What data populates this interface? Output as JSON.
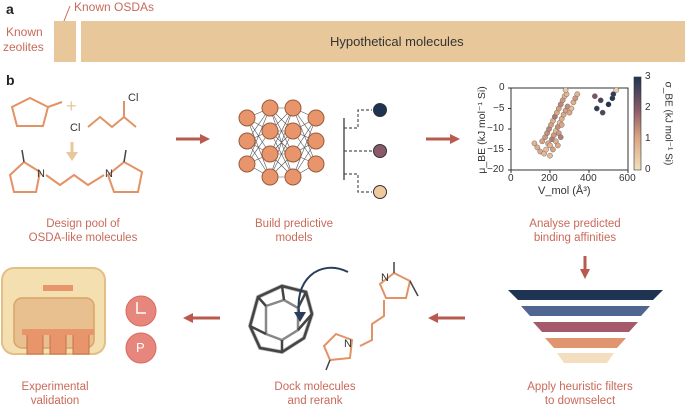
{
  "panel_a": {
    "label": "a",
    "known_osdas": "Known OSDAs",
    "known_zeolites_line1": "Known",
    "known_zeolites_line2": "zeolites",
    "hypothetical": "Hypothetical molecules"
  },
  "panel_b": {
    "label": "b",
    "reagents": {
      "cl_top": "Cl",
      "cl_bottom": "Cl",
      "plus": "+",
      "nplus_left": "N",
      "nplus_right": "N"
    },
    "steps": [
      {
        "line1": "Design pool of",
        "line2": "OSDA-like molecules"
      },
      {
        "line1": "Build predictive",
        "line2": "models"
      },
      {
        "line1": "Analyse predicted",
        "line2": "binding affinities"
      },
      {
        "line1": "Apply heuristic filters",
        "line2": "to downselect"
      },
      {
        "line1": "Dock molecules",
        "line2": "and rerank"
      },
      {
        "line1": "Experimental",
        "line2": "validation"
      }
    ],
    "validation_icons": {
      "clock": "clock-icon",
      "p_label": "P"
    },
    "dock_labels": {
      "n_top": "N",
      "n_bottom": "N"
    }
  },
  "colors": {
    "tan": "#e8c89a",
    "red_text": "#c96a5a",
    "arrow": "#b85a4e",
    "node": "#e8956b",
    "navy": "#1e3452"
  },
  "chart_data": {
    "type": "scatter",
    "xlabel": "V_mol (Å³)",
    "ylabel": "μ_BE (kJ mol⁻¹ Si)",
    "colorbar_label": "σ_BE (kJ mol⁻¹ Si)",
    "xlim": [
      0,
      600
    ],
    "ylim": [
      -20,
      0
    ],
    "xticks": [
      "0",
      "200",
      "400",
      "600"
    ],
    "yticks": [
      "0",
      "−5",
      "−10",
      "−15",
      "−20"
    ],
    "colorbar_ticks": [
      "3",
      "2",
      "1",
      "0"
    ],
    "colorbar_range": [
      0,
      3
    ],
    "points": [
      {
        "x": 120,
        "y": -13.5,
        "c": 0.8
      },
      {
        "x": 135,
        "y": -14.5,
        "c": 0.9
      },
      {
        "x": 150,
        "y": -15.5,
        "c": 1.0
      },
      {
        "x": 160,
        "y": -13.0,
        "c": 1.1
      },
      {
        "x": 170,
        "y": -16.0,
        "c": 0.7
      },
      {
        "x": 175,
        "y": -12.0,
        "c": 1.2
      },
      {
        "x": 180,
        "y": -15.0,
        "c": 0.6
      },
      {
        "x": 185,
        "y": -11.0,
        "c": 1.3
      },
      {
        "x": 190,
        "y": -13.5,
        "c": 1.0
      },
      {
        "x": 195,
        "y": -10.0,
        "c": 1.4
      },
      {
        "x": 200,
        "y": -14.0,
        "c": 0.8
      },
      {
        "x": 205,
        "y": -9.0,
        "c": 1.1
      },
      {
        "x": 210,
        "y": -12.5,
        "c": 1.5
      },
      {
        "x": 215,
        "y": -8.0,
        "c": 0.9
      },
      {
        "x": 220,
        "y": -11.5,
        "c": 1.2
      },
      {
        "x": 225,
        "y": -7.0,
        "c": 1.6
      },
      {
        "x": 230,
        "y": -10.5,
        "c": 0.7
      },
      {
        "x": 235,
        "y": -6.0,
        "c": 1.0
      },
      {
        "x": 240,
        "y": -9.5,
        "c": 1.3
      },
      {
        "x": 245,
        "y": -5.0,
        "c": 1.1
      },
      {
        "x": 250,
        "y": -8.5,
        "c": 0.6
      },
      {
        "x": 255,
        "y": -4.0,
        "c": 1.4
      },
      {
        "x": 260,
        "y": -7.5,
        "c": 0.9
      },
      {
        "x": 265,
        "y": -3.0,
        "c": 1.2
      },
      {
        "x": 270,
        "y": -6.5,
        "c": 1.0
      },
      {
        "x": 275,
        "y": -2.0,
        "c": 0.8
      },
      {
        "x": 280,
        "y": -5.5,
        "c": 1.1
      },
      {
        "x": 285,
        "y": -1.5,
        "c": 0.7
      },
      {
        "x": 290,
        "y": -4.5,
        "c": 1.3
      },
      {
        "x": 300,
        "y": -6.0,
        "c": 1.0
      },
      {
        "x": 310,
        "y": -5.0,
        "c": 0.6
      },
      {
        "x": 320,
        "y": -3.5,
        "c": 0.9
      },
      {
        "x": 330,
        "y": -2.5,
        "c": 1.2
      },
      {
        "x": 340,
        "y": -1.5,
        "c": 0.8
      },
      {
        "x": 260,
        "y": -9.0,
        "c": 1.0
      },
      {
        "x": 245,
        "y": -11.0,
        "c": 1.2
      },
      {
        "x": 230,
        "y": -13.0,
        "c": 0.9
      },
      {
        "x": 215,
        "y": -15.0,
        "c": 1.1
      },
      {
        "x": 200,
        "y": -16.5,
        "c": 0.7
      },
      {
        "x": 280,
        "y": -0.5,
        "c": 0.4
      },
      {
        "x": 430,
        "y": -2.0,
        "c": 2.1
      },
      {
        "x": 460,
        "y": -3.0,
        "c": 2.6
      },
      {
        "x": 440,
        "y": -5.0,
        "c": 2.8
      },
      {
        "x": 470,
        "y": -6.0,
        "c": 2.5
      },
      {
        "x": 500,
        "y": -4.0,
        "c": 3.0
      },
      {
        "x": 520,
        "y": -2.5,
        "c": 2.9
      },
      {
        "x": 525,
        "y": -1.5,
        "c": 2.8
      },
      {
        "x": 540,
        "y": -0.5,
        "c": 0.3
      },
      {
        "x": 255,
        "y": -12.0,
        "c": 1.5
      },
      {
        "x": 240,
        "y": -14.0,
        "c": 1.0
      }
    ]
  }
}
